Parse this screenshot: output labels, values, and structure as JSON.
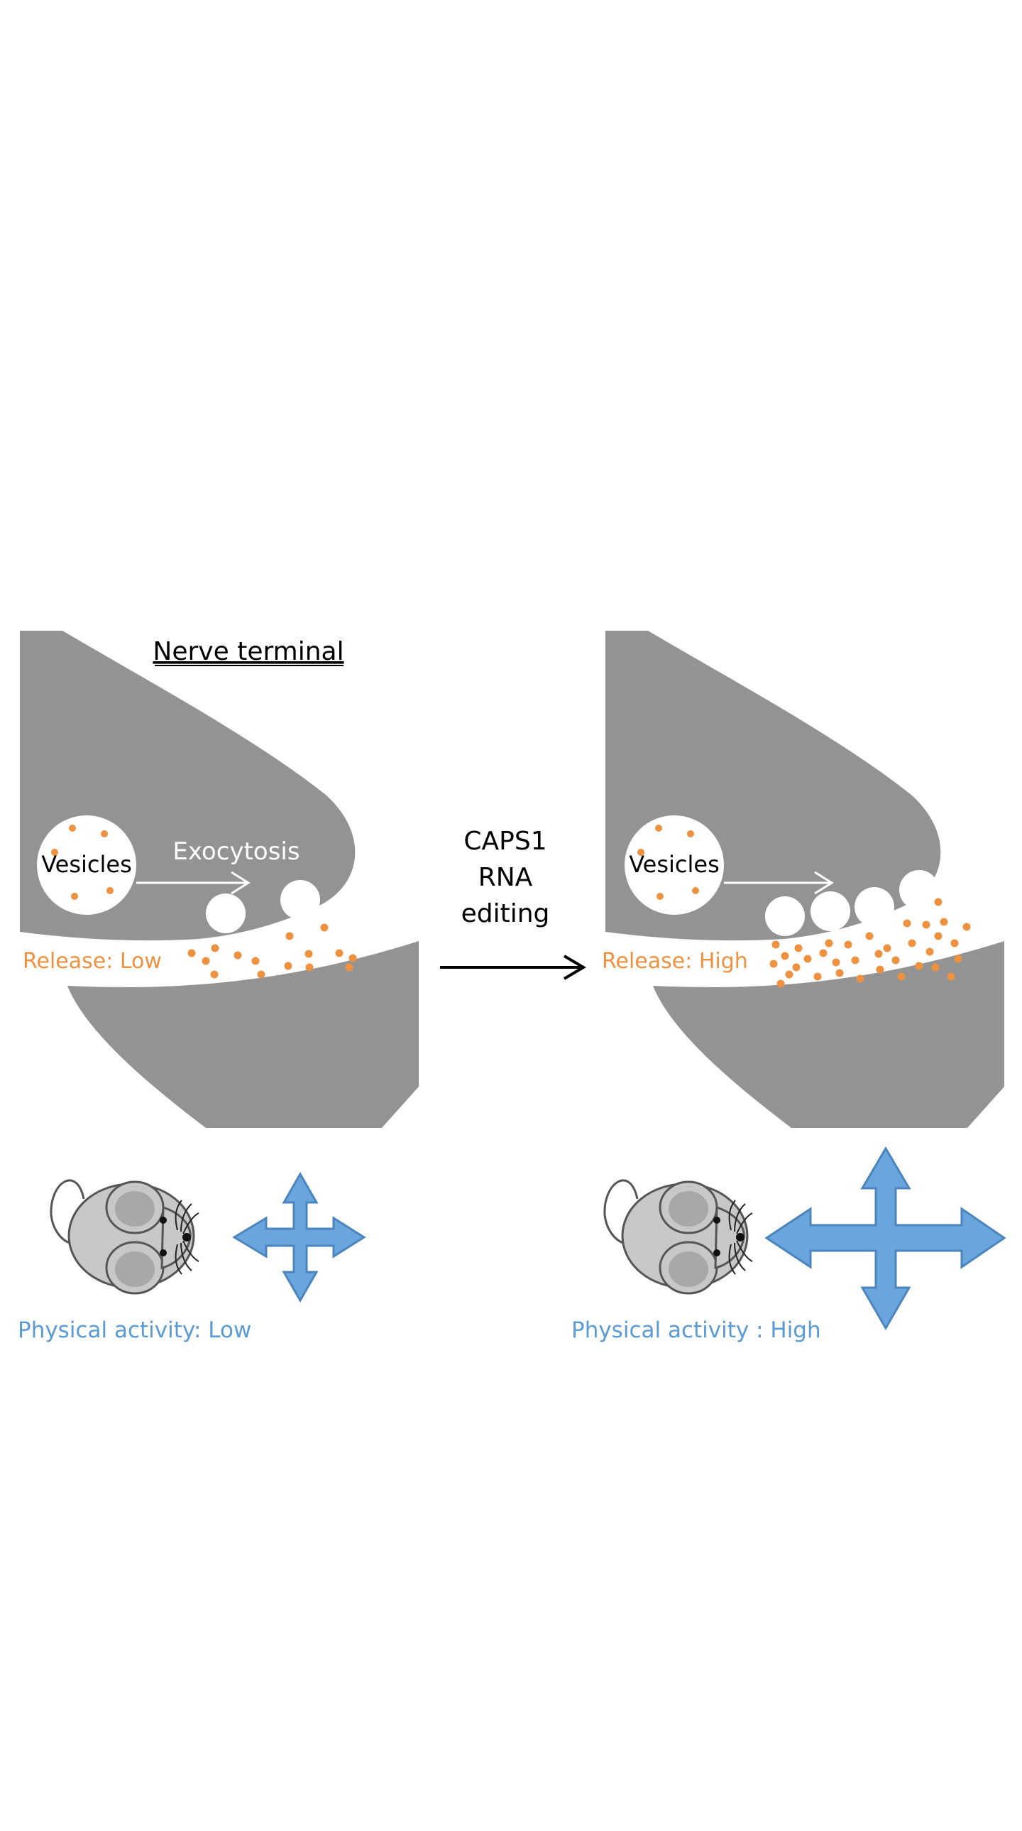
{
  "diagram": {
    "title": "Nerve terminal",
    "left_panel": {
      "vesicles_label": "Vesicles",
      "exocytosis_label": "Exocytosis",
      "release_label": "Release: Low",
      "activity_label": "Physical activity: Low"
    },
    "center": {
      "line1": "CAPS1",
      "line2": "RNA",
      "line3": "editing"
    },
    "right_panel": {
      "vesicles_label": "Vesicles",
      "release_label": "Release: High",
      "activity_label": "Physical activity : High"
    },
    "colors": {
      "terminal_gray": "#939393",
      "transmitter_orange": "#ee9140",
      "activity_blue": "#5b9bd5",
      "arrow_blue": "#6aa6dd",
      "arrow_blue_stroke": "#4a85bd",
      "mouse_body": "#c8c8c8",
      "mouse_ear_inner": "#a8a8a8"
    },
    "icons": [
      "mouse-icon",
      "four-way-arrow-icon",
      "right-arrow-icon"
    ]
  }
}
